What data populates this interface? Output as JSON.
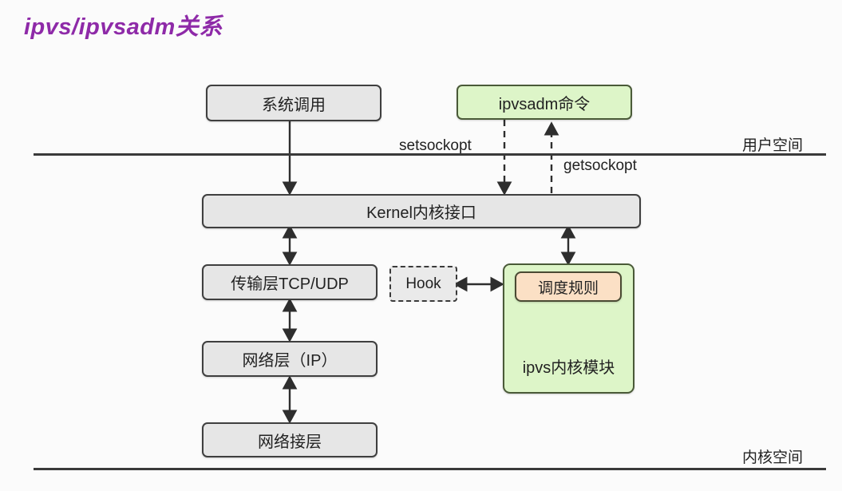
{
  "page": {
    "title": "ipvs/ipvsadm关系",
    "title_color": "#8e2aa8",
    "background": "#fbfbfb"
  },
  "zones": {
    "user_space_label": "用户空间",
    "kernel_space_label": "内核空间",
    "divider_color": "#3a3a3a"
  },
  "nodes": {
    "syscall": {
      "label": "系统调用",
      "fill": "#e6e6e6",
      "stroke": "#3f3f3f"
    },
    "ipvsadm": {
      "label": "ipvsadm命令",
      "fill": "#ddf5c8",
      "stroke": "#4a5a38"
    },
    "kernel_api": {
      "label": "Kernel内核接口",
      "fill": "#e6e6e6",
      "stroke": "#3f3f3f"
    },
    "transport": {
      "label": "传输层TCP/UDP",
      "fill": "#e6e6e6",
      "stroke": "#3f3f3f"
    },
    "network": {
      "label": "网络层（IP）",
      "fill": "#e6e6e6",
      "stroke": "#3f3f3f"
    },
    "link": {
      "label": "网络接层",
      "fill": "#e6e6e6",
      "stroke": "#3f3f3f"
    },
    "hook": {
      "label": "Hook",
      "fill": "#eaeaea",
      "stroke": "#3a3a3a",
      "border_style": "dashed"
    },
    "ipvs_module": {
      "label": "ipvs内核模块",
      "fill": "#ddf5c8",
      "stroke": "#4a5a38"
    },
    "sched_rules": {
      "label": "调度规则",
      "fill": "#fbe0c5",
      "stroke": "#4a4a33"
    }
  },
  "edges": {
    "setsockopt": {
      "label": "setsockopt",
      "style": "solid"
    },
    "getsockopt": {
      "label": "getsockopt",
      "style": "dashed"
    }
  }
}
